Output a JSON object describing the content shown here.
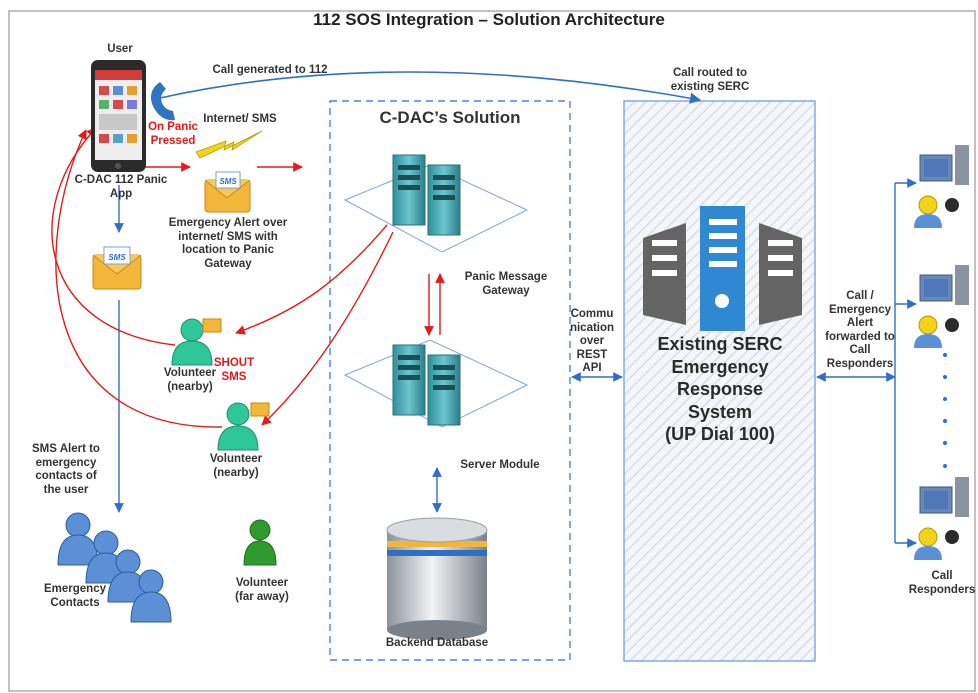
{
  "diagram": {
    "title": "112 SOS Integration – Solution Architecture",
    "labels": {
      "user": "User",
      "app": "C-DAC 112 Panic\nApp",
      "call_generated": "Call generated to 112",
      "call_routed": "Call routed to\nexisting SERC",
      "on_panic": "On Panic\nPressed",
      "internet_sms": "Internet/ SMS",
      "emergency_alert": "Emergency Alert over\ninternet/ SMS with\nlocation to Panic\nGateway",
      "cdac_solution": "C-DAC’s Solution",
      "panic_gateway": "Panic Message\nGateway",
      "server_module": "Server Module",
      "backend_db": "Backend Database",
      "communication": "Commu\nnication\nover\nREST\nAPI",
      "serc": "Existing SERC\nEmergency Response\nSystem\n(UP Dial 100)",
      "forwarded": "Call /\nEmergency\nAlert\nforwarded to\nCall\nResponders",
      "call_responders": "Call\nResponders",
      "shout_sms": "SHOUT\nSMS",
      "volunteer_nearby_1": "Volunteer\n(nearby)",
      "volunteer_nearby_2": "Volunteer\n(nearby)",
      "volunteer_far": "Volunteer\n(far away)",
      "sms_alert": "SMS Alert to\nemergency\ncontacts of\nthe user",
      "emergency_contacts": "Emergency\nContacts",
      "sms_badge": "SMS"
    },
    "colors": {
      "flow_arrow": "#2f6fc8",
      "alert_arrow": "#e21b1b",
      "volunteer_nearby": "#2fc79a",
      "volunteer_far": "#2f9a2f",
      "contacts": "#5b8fd6",
      "server": "#43a3b0"
    },
    "icons": [
      "phone-icon",
      "lightning-icon",
      "envelope-sms-icon",
      "server-icon",
      "database-icon",
      "person-icon",
      "computer-icon"
    ]
  }
}
